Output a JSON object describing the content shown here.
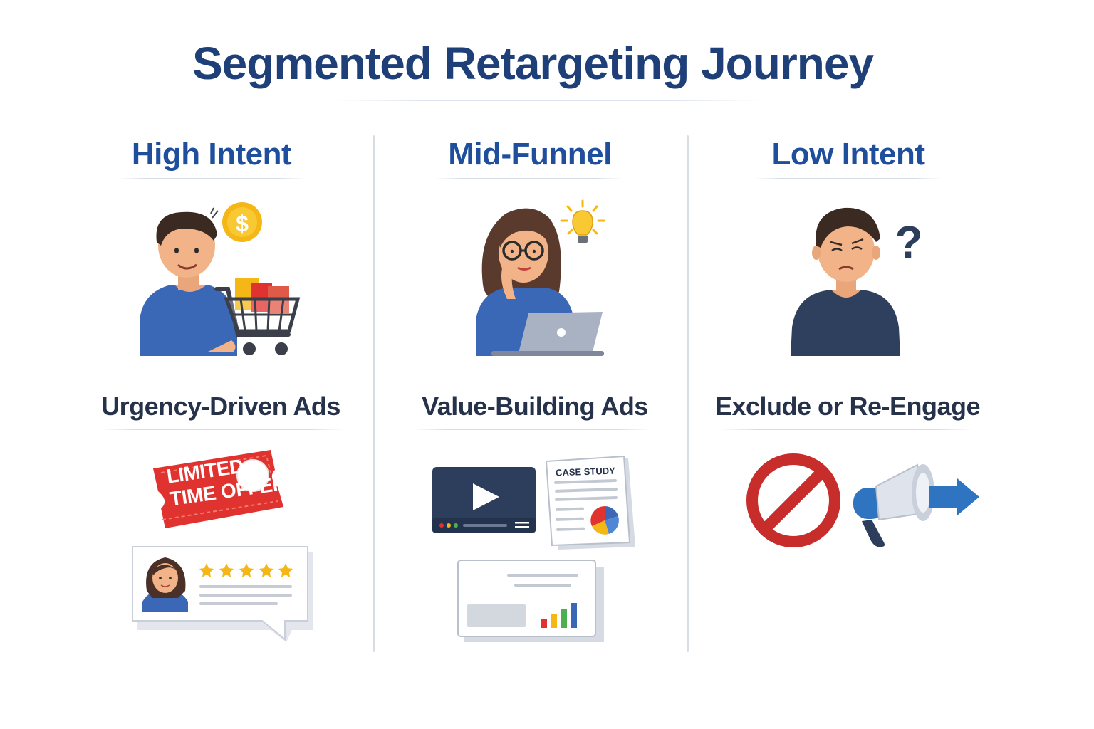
{
  "title": "Segmented Retargeting Journey",
  "segments": [
    {
      "title": "High Intent",
      "ad_label": "Urgency-Driven Ads",
      "person_icon": "shopper-with-cart-icon",
      "ad_icons": [
        "limited-offer-ticket-icon",
        "customer-review-card-icon"
      ],
      "ticket_text": [
        "LIMITED",
        "TIME OFFER"
      ]
    },
    {
      "title": "Mid-Funnel",
      "ad_label": "Value-Building Ads",
      "person_icon": "thinking-woman-laptop-icon",
      "ad_icons": [
        "video-player-icon",
        "case-study-document-icon",
        "analytics-dashboard-icon"
      ],
      "case_study_text": "CASE STUDY"
    },
    {
      "title": "Low Intent",
      "ad_label": "Exclude or Re-Engage",
      "person_icon": "confused-person-icon",
      "ad_icons": [
        "prohibited-sign-icon",
        "megaphone-arrow-icon"
      ]
    }
  ],
  "colors": {
    "title": "#1f3f78",
    "segment_title": "#1f4f9c",
    "ad_label": "#26324a",
    "divider": "#d8dde4",
    "offer_red": "#e0322f",
    "prohibited_red": "#c62d2b",
    "star_gold": "#f5b716"
  }
}
